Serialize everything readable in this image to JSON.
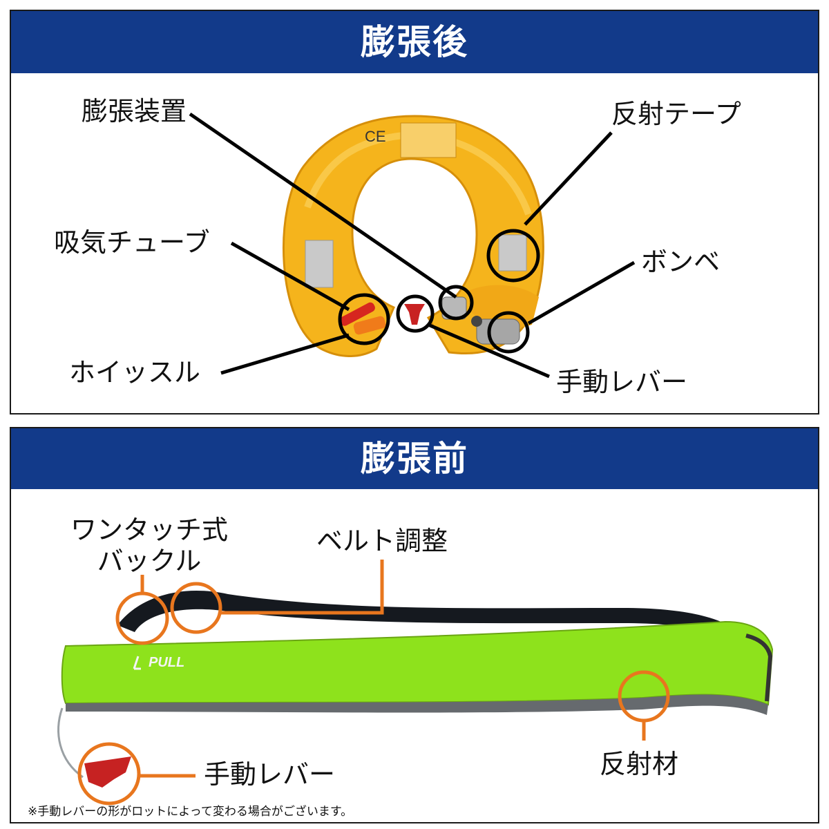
{
  "top": {
    "title": "膨張後",
    "labels": {
      "inflator": "膨張装置",
      "reflective_tape": "反射テープ",
      "oral_tube": "吸気チューブ",
      "cylinder": "ボンベ",
      "whistle": "ホイッスル",
      "manual_lever": "手動レバー"
    },
    "vest_mark": "CE"
  },
  "bottom": {
    "title": "膨張前",
    "labels": {
      "buckle": "ワンタッチ式\nバックル",
      "belt_adjust": "ベルト調整",
      "manual_lever": "手動レバー",
      "reflective_material": "反射材"
    },
    "belt_brand": "PULL"
  },
  "note": "※手動レバーの形がロットによって変わる場合がございます。",
  "colors": {
    "banner": "#123a8a",
    "vest": "#f5b41c",
    "belt_green": "#8ee21c",
    "callout_top": "#000000",
    "callout_bottom": "#e8761e"
  }
}
